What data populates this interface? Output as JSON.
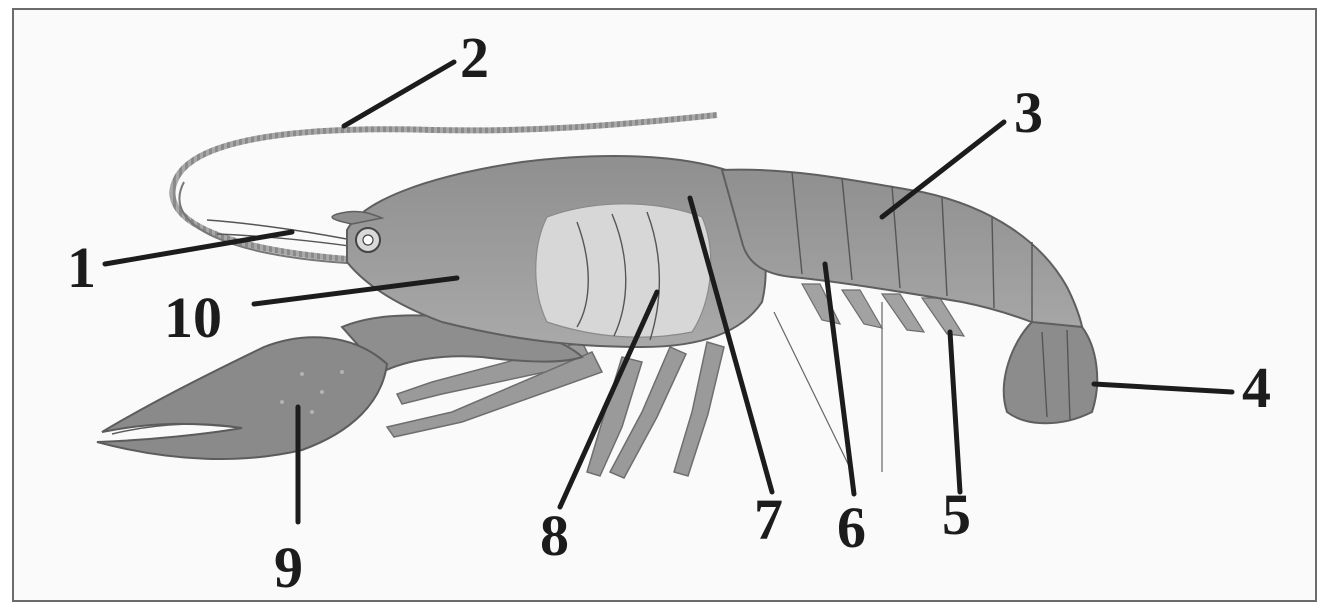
{
  "figure": {
    "labels": [
      "1",
      "2",
      "3",
      "4",
      "5",
      "6",
      "7",
      "8",
      "9",
      "10"
    ]
  },
  "colors": {
    "body_fill": "#9b9b9b",
    "body_light": "#cdcdcd",
    "carapace_light": "#dcdcdc",
    "stroke": "#555555",
    "text": "#1c1c1c",
    "frame": "#6b6b6b"
  }
}
